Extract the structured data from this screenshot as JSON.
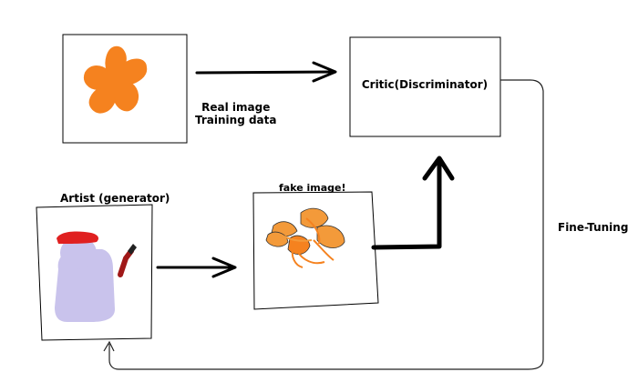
{
  "diagram": {
    "real_image": {
      "label_line1": "Real image",
      "label_line2": "Training data",
      "icon": "orange-flower-icon"
    },
    "critic": {
      "label": "Critic(Discriminator)"
    },
    "artist": {
      "label": "Artist (generator)",
      "icon": "painter-figure-icon"
    },
    "fake_image": {
      "label": "fake image!",
      "icon": "orange-scribble-flower-icon"
    },
    "feedback": {
      "label": "Fine-Tuning"
    },
    "colors": {
      "flower_orange": "#f5821f",
      "scribble_orange": "#f39a3a",
      "figure_lavender": "#c9c3ec",
      "beret_red": "#e02020",
      "brush_red": "#a01818",
      "ink": "#000000"
    }
  }
}
